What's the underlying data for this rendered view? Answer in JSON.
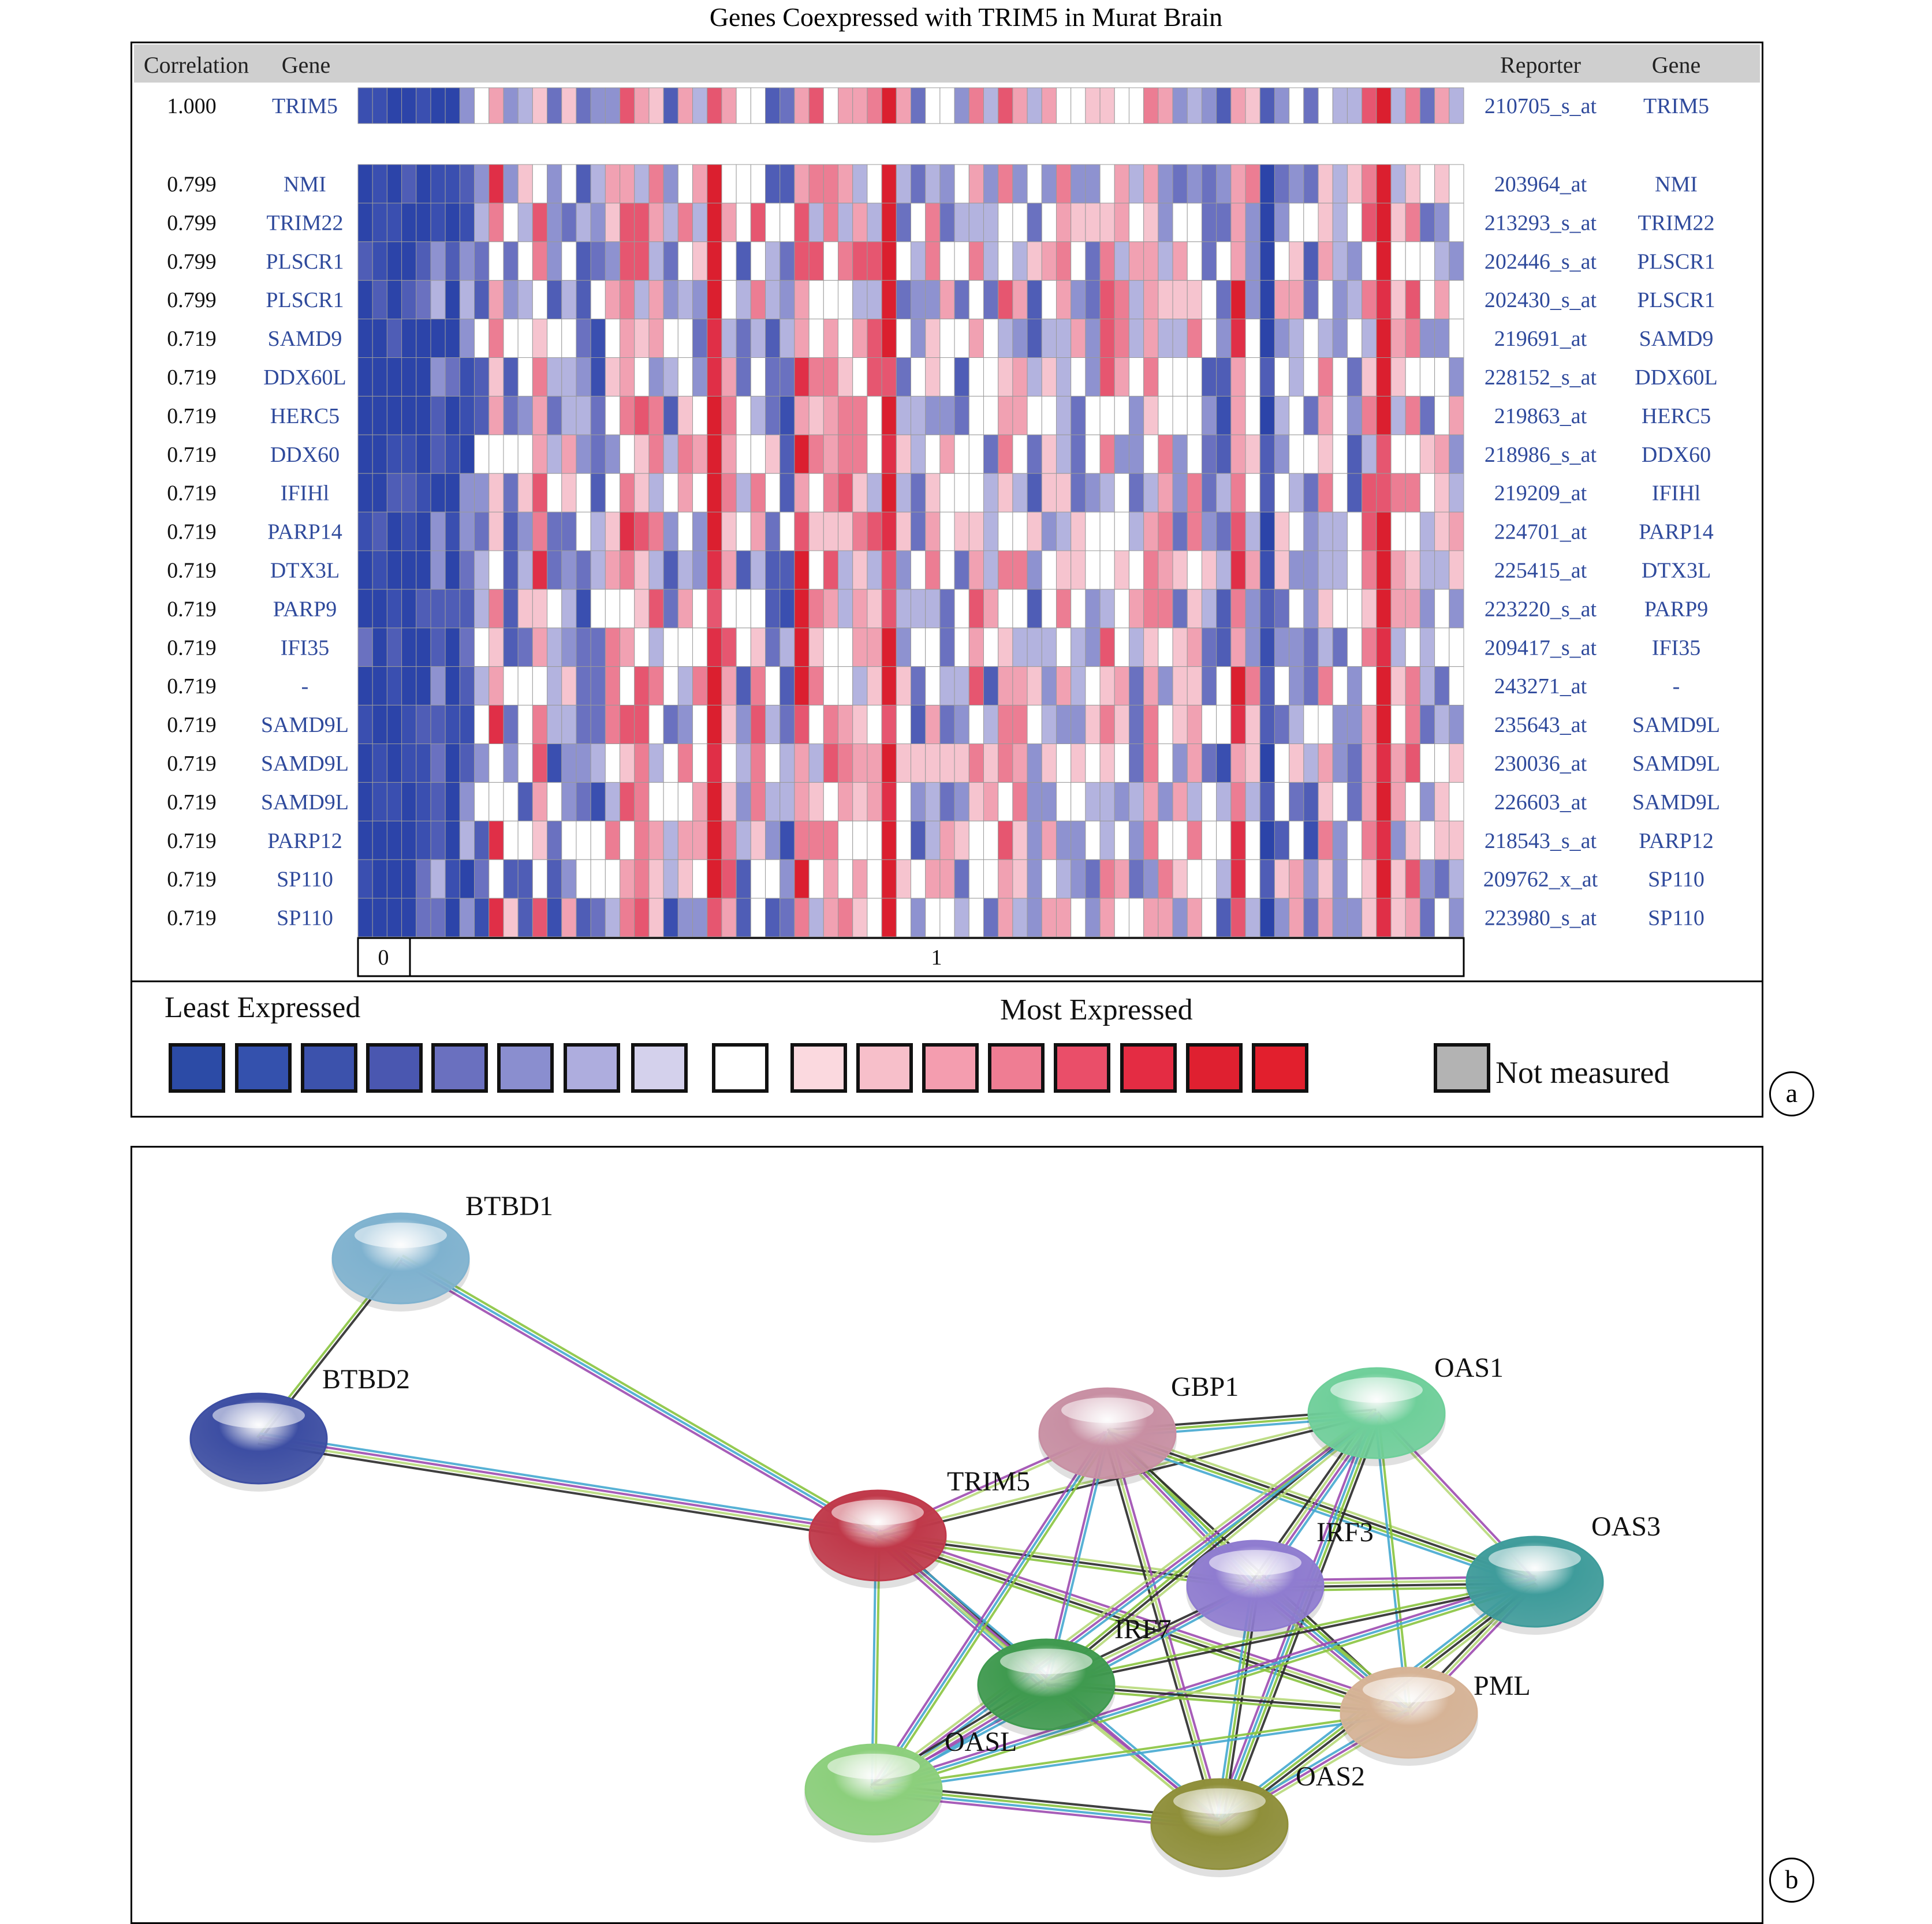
{
  "title": "Genes Coexpressed with TRIM5 in Murat Brain",
  "panel_a": {
    "header": {
      "correlation": "Correlation",
      "gene_left": "Gene",
      "reporter": "Reporter",
      "gene_right": "Gene"
    },
    "query_row": {
      "correlation": "1.000",
      "gene": "TRIM5",
      "reporter": "210705_s_at",
      "gene_right": "TRIM5"
    },
    "rows": [
      {
        "correlation": "0.799",
        "gene": "NMI",
        "reporter": "203964_at",
        "gene_right": "NMI"
      },
      {
        "correlation": "0.799",
        "gene": "TRIM22",
        "reporter": "213293_s_at",
        "gene_right": "TRIM22"
      },
      {
        "correlation": "0.799",
        "gene": "PLSCR1",
        "reporter": "202446_s_at",
        "gene_right": "PLSCR1"
      },
      {
        "correlation": "0.799",
        "gene": "PLSCR1",
        "reporter": "202430_s_at",
        "gene_right": "PLSCR1"
      },
      {
        "correlation": "0.719",
        "gene": "SAMD9",
        "reporter": "219691_at",
        "gene_right": "SAMD9"
      },
      {
        "correlation": "0.719",
        "gene": "DDX60L",
        "reporter": "228152_s_at",
        "gene_right": "DDX60L"
      },
      {
        "correlation": "0.719",
        "gene": "HERC5",
        "reporter": "219863_at",
        "gene_right": "HERC5"
      },
      {
        "correlation": "0.719",
        "gene": "DDX60",
        "reporter": "218986_s_at",
        "gene_right": "DDX60"
      },
      {
        "correlation": "0.719",
        "gene": "IFIHl",
        "reporter": "219209_at",
        "gene_right": "IFIHl"
      },
      {
        "correlation": "0.719",
        "gene": "PARP14",
        "reporter": "224701_at",
        "gene_right": "PARP14"
      },
      {
        "correlation": "0.719",
        "gene": "DTX3L",
        "reporter": "225415_at",
        "gene_right": "DTX3L"
      },
      {
        "correlation": "0.719",
        "gene": "PARP9",
        "reporter": "223220_s_at",
        "gene_right": "PARP9"
      },
      {
        "correlation": "0.719",
        "gene": "IFI35",
        "reporter": "209417_s_at",
        "gene_right": "IFI35"
      },
      {
        "correlation": "0.719",
        "gene": "-",
        "reporter": "243271_at",
        "gene_right": "-"
      },
      {
        "correlation": "0.719",
        "gene": "SAMD9L",
        "reporter": "235643_at",
        "gene_right": "SAMD9L"
      },
      {
        "correlation": "0.719",
        "gene": "SAMD9L",
        "reporter": "230036_at",
        "gene_right": "SAMD9L"
      },
      {
        "correlation": "0.719",
        "gene": "SAMD9L",
        "reporter": "226603_at",
        "gene_right": "SAMD9L"
      },
      {
        "correlation": "0.719",
        "gene": "PARP12",
        "reporter": "218543_s_at",
        "gene_right": "PARP12"
      },
      {
        "correlation": "0.719",
        "gene": "SP110",
        "reporter": "209762_x_at",
        "gene_right": "SP110"
      },
      {
        "correlation": "0.719",
        "gene": "SP110",
        "reporter": "223980_s_at",
        "gene_right": "SP110"
      }
    ],
    "group_labels": [
      "0",
      "1"
    ],
    "legend": {
      "least": "Least Expressed",
      "most": "Most Expressed",
      "not_measured": "Not measured",
      "colors": [
        "#2c4ba6",
        "#3451ad",
        "#3c52ac",
        "#4a57b0",
        "#6a70bf",
        "#8a8ecf",
        "#aeadde",
        "#d4d1ec",
        "#ffffff",
        "#fbd9df",
        "#f7bfca",
        "#f49daf",
        "#ef7d93",
        "#ea4e69",
        "#e42c43",
        "#df2030",
        "#e21f2d"
      ],
      "not_measured_color": "#b3b3b3"
    },
    "heatmap_palette": {
      "blue": [
        "#2c44a9",
        "#3a4fb0",
        "#4f5db6",
        "#6a71c0",
        "#8e92d0",
        "#b3b3df",
        "#d6d5ee"
      ],
      "white": "#ffffff",
      "red": [
        "#fbe1e6",
        "#f6c4cf",
        "#f1a1b2",
        "#ec7d93",
        "#e65670",
        "#e02f47",
        "#db1f2f"
      ]
    },
    "panel_letter": "a"
  },
  "panel_b": {
    "panel_letter": "b",
    "nodes": [
      {
        "id": "BTBD1",
        "label": "BTBD1",
        "color": "#7fb2cf"
      },
      {
        "id": "BTBD2",
        "label": "BTBD2",
        "color": "#3d4ea3"
      },
      {
        "id": "TRIM5",
        "label": "TRIM5",
        "color": "#c0394a"
      },
      {
        "id": "GBP1",
        "label": "GBP1",
        "color": "#c88fa3"
      },
      {
        "id": "OAS1",
        "label": "OAS1",
        "color": "#6fcf9a"
      },
      {
        "id": "IRF3",
        "label": "IRF3",
        "color": "#8f7cd0"
      },
      {
        "id": "OAS3",
        "label": "OAS3",
        "color": "#3f9c9b"
      },
      {
        "id": "IRF7",
        "label": "IRF7",
        "color": "#3f9a4f"
      },
      {
        "id": "PML",
        "label": "PML",
        "color": "#d6b396"
      },
      {
        "id": "OASL",
        "label": "OASL",
        "color": "#8ccf7c"
      },
      {
        "id": "OAS2",
        "label": "OAS2",
        "color": "#8f8f3a"
      }
    ],
    "edges": [
      [
        "BTBD1",
        "BTBD2"
      ],
      [
        "BTBD1",
        "TRIM5"
      ],
      [
        "BTBD2",
        "TRIM5"
      ],
      [
        "TRIM5",
        "GBP1"
      ],
      [
        "TRIM5",
        "IRF3"
      ],
      [
        "TRIM5",
        "IRF7"
      ],
      [
        "TRIM5",
        "OASL"
      ],
      [
        "TRIM5",
        "OAS2"
      ],
      [
        "TRIM5",
        "PML"
      ],
      [
        "TRIM5",
        "OAS1"
      ],
      [
        "GBP1",
        "OAS1"
      ],
      [
        "GBP1",
        "IRF3"
      ],
      [
        "GBP1",
        "IRF7"
      ],
      [
        "GBP1",
        "OAS2"
      ],
      [
        "GBP1",
        "OAS3"
      ],
      [
        "GBP1",
        "PML"
      ],
      [
        "GBP1",
        "OASL"
      ],
      [
        "OAS1",
        "IRF3"
      ],
      [
        "OAS1",
        "OAS3"
      ],
      [
        "OAS1",
        "IRF7"
      ],
      [
        "OAS1",
        "OAS2"
      ],
      [
        "OAS1",
        "PML"
      ],
      [
        "OAS1",
        "OASL"
      ],
      [
        "IRF3",
        "OAS3"
      ],
      [
        "IRF3",
        "IRF7"
      ],
      [
        "IRF3",
        "OAS2"
      ],
      [
        "IRF3",
        "PML"
      ],
      [
        "IRF3",
        "OASL"
      ],
      [
        "OAS3",
        "PML"
      ],
      [
        "OAS3",
        "OAS2"
      ],
      [
        "OAS3",
        "IRF7"
      ],
      [
        "OAS3",
        "OASL"
      ],
      [
        "IRF7",
        "OASL"
      ],
      [
        "IRF7",
        "OAS2"
      ],
      [
        "IRF7",
        "PML"
      ],
      [
        "OASL",
        "OAS2"
      ],
      [
        "OASL",
        "PML"
      ],
      [
        "OAS2",
        "PML"
      ]
    ],
    "edge_colors": [
      "#2a2a2a",
      "#8ac43f",
      "#45a8d0",
      "#9d4bb0",
      "#b7d97a"
    ]
  }
}
